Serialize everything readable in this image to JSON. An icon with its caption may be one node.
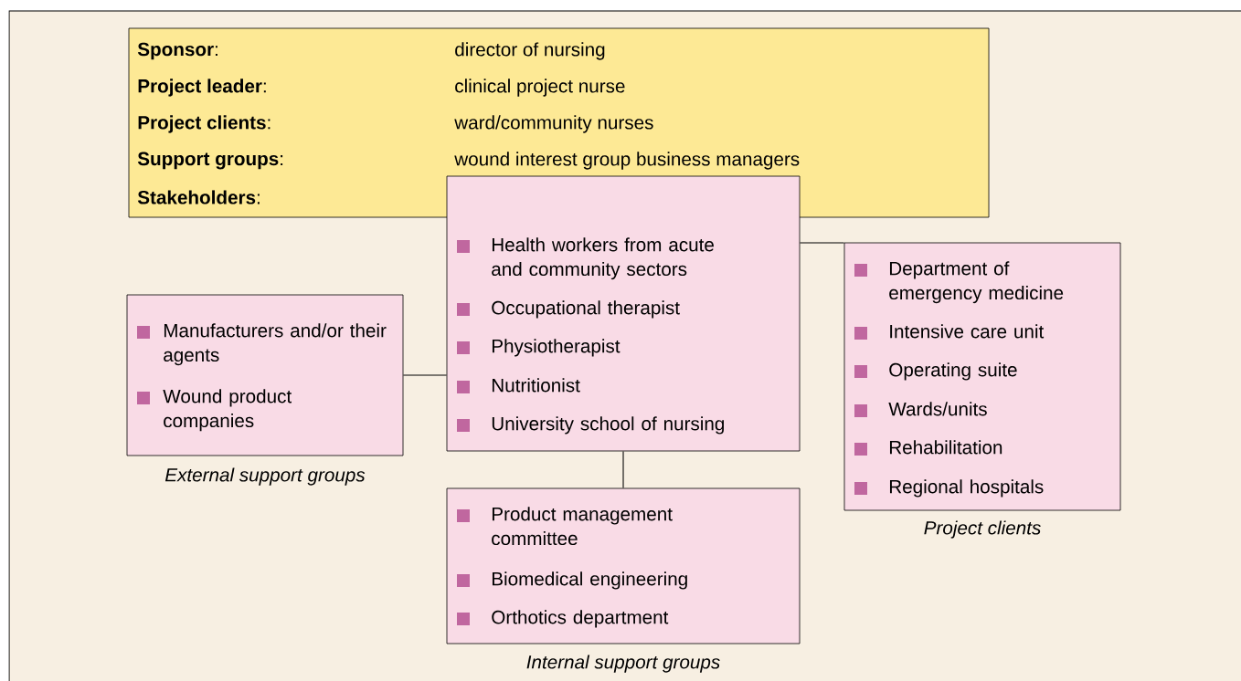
{
  "diagram": {
    "nodes": [
      {
        "text": [
          "**Sponsor**:",
          "director of nursing",
          "**Project leader**:",
          "clinical project nurse",
          "**Project clients**:",
          "ward/community nurses",
          "**Support groups**:",
          "wound interest group business managers",
          "**Stakeholders**:"
        ]
      },
      {
        "text": [
          "Health workers from acute and community sectors",
          "Occupational therapist",
          "Physiotherapist",
          "Nutritionist",
          "University school of nursing"
        ]
      },
      {
        "text": [
          "Manufacturers and/or their agents",
          "Wound product companies"
        ],
        "beside": [
          "External support groups"
        ]
      },
      {
        "text": [
          "Department of emergency medicine",
          "Intensive care unit",
          "Operating suite",
          "Wards/units",
          "Rehabilitation",
          "Regional hospitals"
        ],
        "beside": [
          "Project clients"
        ]
      },
      {
        "text": [
          "Product management committee",
          "Biomedical engineering",
          "Orthotics department"
        ],
        "beside": [
          "Internal support groups"
        ]
      }
    ],
    "edges": [
      {
        "from": 2,
        "to": 1,
        "arrow": "none"
      },
      {
        "from": 1,
        "to": 3,
        "arrow": "none"
      },
      {
        "from": 1,
        "to": 4,
        "arrow": "none"
      }
    ]
  }
}
